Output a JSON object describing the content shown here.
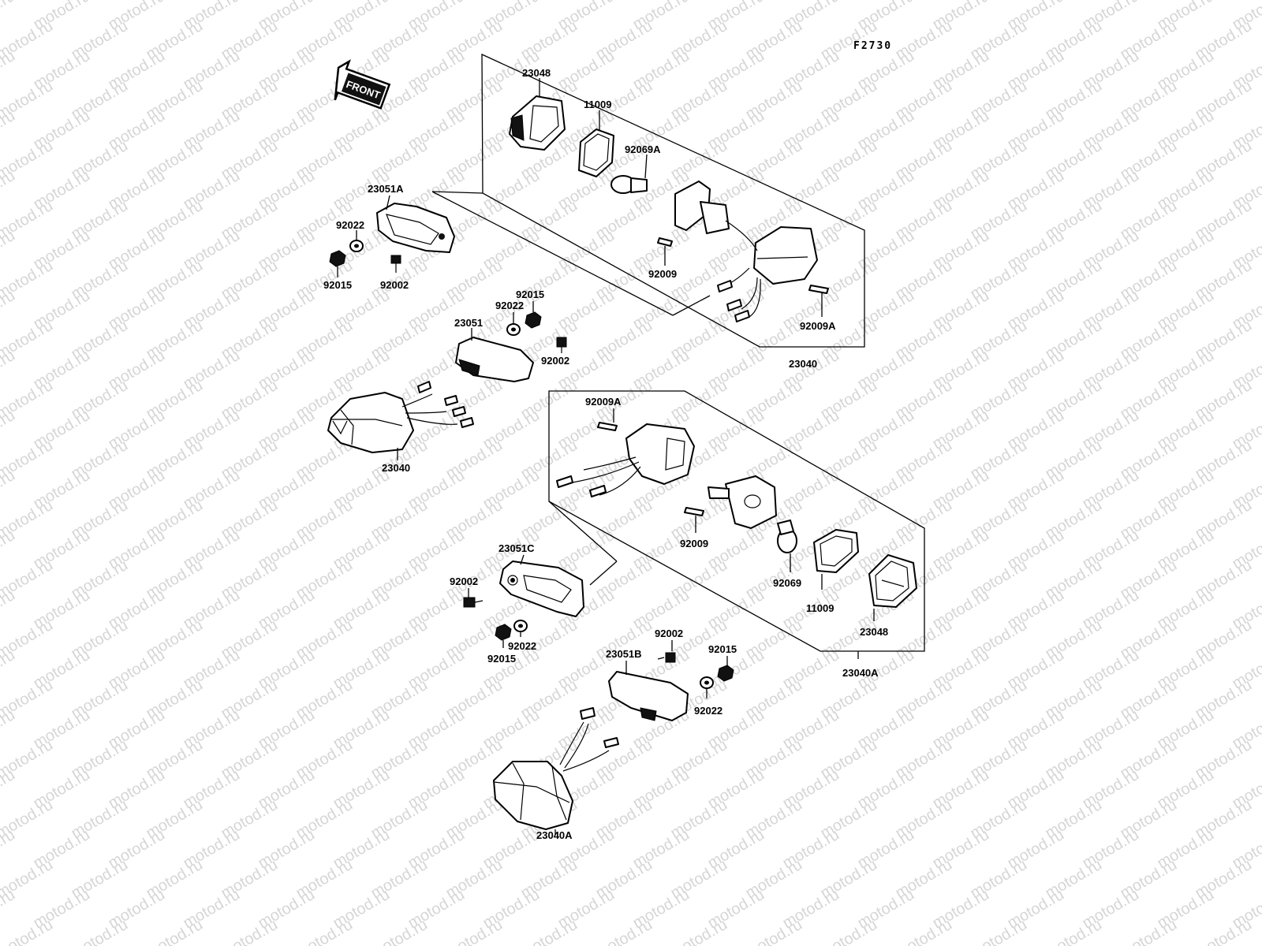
{
  "figure_code": "F2730",
  "watermark": "motod.ru",
  "front_arrow_label": "FRONT",
  "labels": {
    "rear_23048": "23048",
    "rear_11009": "11009",
    "rear_92069A": "92069A",
    "rear_92009": "92009",
    "rear_92009A": "92009A",
    "rear_23040": "23040",
    "l1_23051A": "23051A",
    "l1_92022": "92022",
    "l1_92015": "92015",
    "l1_92002": "92002",
    "l2_92015": "92015",
    "l2_92022": "92022",
    "l2_23051": "23051",
    "l2_92002": "92002",
    "l2_23040": "23040",
    "f_92009A": "92009A",
    "f_92009": "92009",
    "f_92069": "92069",
    "f_11009": "11009",
    "f_23048": "23048",
    "f_23040A": "23040A",
    "c_23051C": "23051C",
    "c_92002": "92002",
    "c_92022": "92022",
    "c_92015": "92015",
    "b_92002": "92002",
    "b_23051B": "23051B",
    "b_92015": "92015",
    "b_92022": "92022",
    "b_23040A": "23040A"
  }
}
